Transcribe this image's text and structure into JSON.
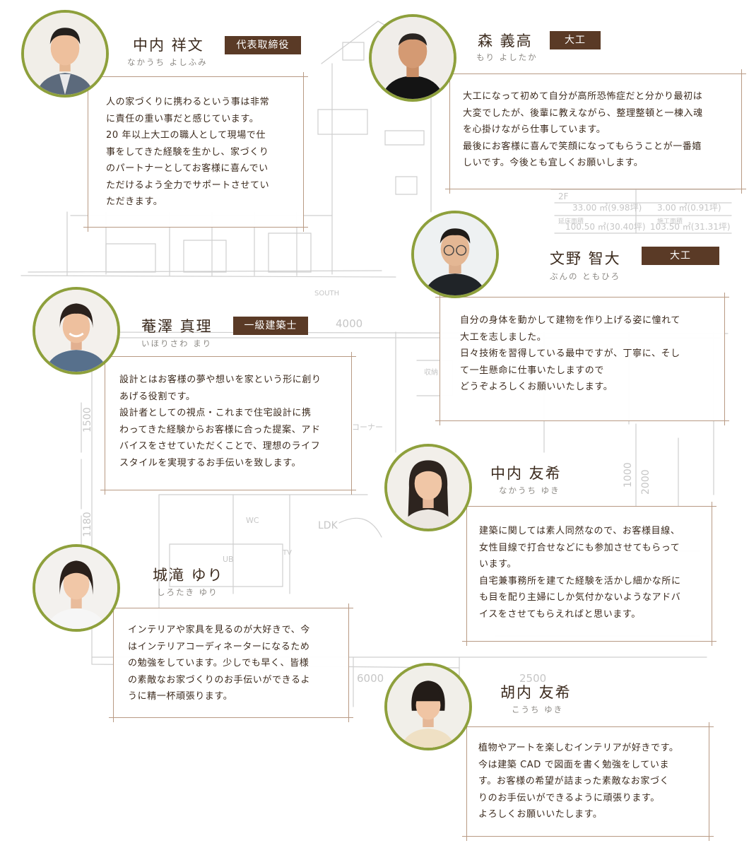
{
  "members": [
    {
      "name": "中内 祥文",
      "kana": "なかうち よしふみ",
      "role": "代表取締役",
      "photo": "portrait-man-suit",
      "text": "人の家づくりに携わるという事は非常\nに責任の重い事だと感じています。\n20 年以上大工の職人として現場で仕\n事をしてきた経験を生かし、家づくり\nのパートナーとしてお客様に喜んでい\nただけるよう全力でサポートさせてい\nただきます。"
    },
    {
      "name": "森 義高",
      "kana": "もり よしたか",
      "role": "大工",
      "photo": "portrait-man-black-shirt",
      "text": "大工になって初めて自分が高所恐怖症だと分かり最初は\n大変でしたが、後輩に教えながら、整理整頓と一棟入魂\nを心掛けながら仕事しています。\n最後にお客様に喜んで笑顔になってもらうことが一番嬉\nしいです。今後とも宜しくお願いします。"
    },
    {
      "name": "文野 智大",
      "kana": "ぶんの ともひろ",
      "role": "大工",
      "photo": "portrait-man-glasses",
      "text": "自分の身体を動かして建物を作り上げる姿に憧れて\n大工を志しました。\n日々技術を習得している最中ですが、丁寧に、そし\nて一生懸命に仕事いたしますので\nどうぞよろしくお願いいたします。"
    },
    {
      "name": "菴澤 真理",
      "kana": "いほりさわ まり",
      "role": "一級建築士",
      "photo": "portrait-woman-denim",
      "text": "設計とはお客様の夢や想いを家という形に創り\nあげる役割です。\n設計者としての視点・これまで住宅設計に携\nわってきた経験からお客様に合った提案、アド\nバイスをさせていただくことで、理想のライフ\nスタイルを実現するお手伝いを致します。"
    },
    {
      "name": "中内 友希",
      "kana": "なかうち ゆき",
      "role": "",
      "photo": "portrait-woman-long-hair",
      "text": "建築に関しては素人同然なので、お客様目線、\n女性目線で打合せなどにも参加させてもらって\nいます。\n自宅兼事務所を建てた経験を活かし細かな所に\nも目を配り主婦にしか気付かないようなアドバ\nイスをさせてもらえればと思います。"
    },
    {
      "name": "城滝 ゆり",
      "kana": "しろたき ゆり",
      "role": "",
      "photo": "portrait-woman-short-hair",
      "text": "インテリアや家具を見るのが大好きで、今\nはインテリアコーディネーターになるため\nの勉強をしています。少しでも早く、皆様\nの素敵なお家づくりのお手伝いができるよ\nうに精一杯頑張ります。"
    },
    {
      "name": "胡内 友希",
      "kana": "こうち ゆき",
      "role": "",
      "photo": "portrait-woman-bob",
      "text": "植物やアートを楽しむインテリアが好きです。\n今は建築 CAD で図面を書く勉強をしていま\nす。お客様の希望が詰まった素敵なお家づく\nりのお手伝いができるように頑張ります。\nよろしくお願いいたします。"
    }
  ],
  "sketch_labels": {
    "area_2f": "2F",
    "area_1": "33.00 ㎡(9.98坪)",
    "area_2": "3.00 ㎡(0.91坪)",
    "area_label_1": "延床面積",
    "area_label_2": "施工面積",
    "area_3": "100.50 ㎡(30.40坪)",
    "area_4": "103.50 ㎡(31.31坪)",
    "south": "SOUTH",
    "dim_4000": "4000",
    "dim_1500": "1500",
    "dim_1180": "1180",
    "dim_6000": "6000",
    "dim_2500": "2500",
    "dim_2000": "2000",
    "dim_1000": "1000",
    "ldk": "LDK",
    "corner": "コーナー",
    "wc": "WC",
    "ub": "UB",
    "tv": "TV",
    "shuno": "収納"
  }
}
